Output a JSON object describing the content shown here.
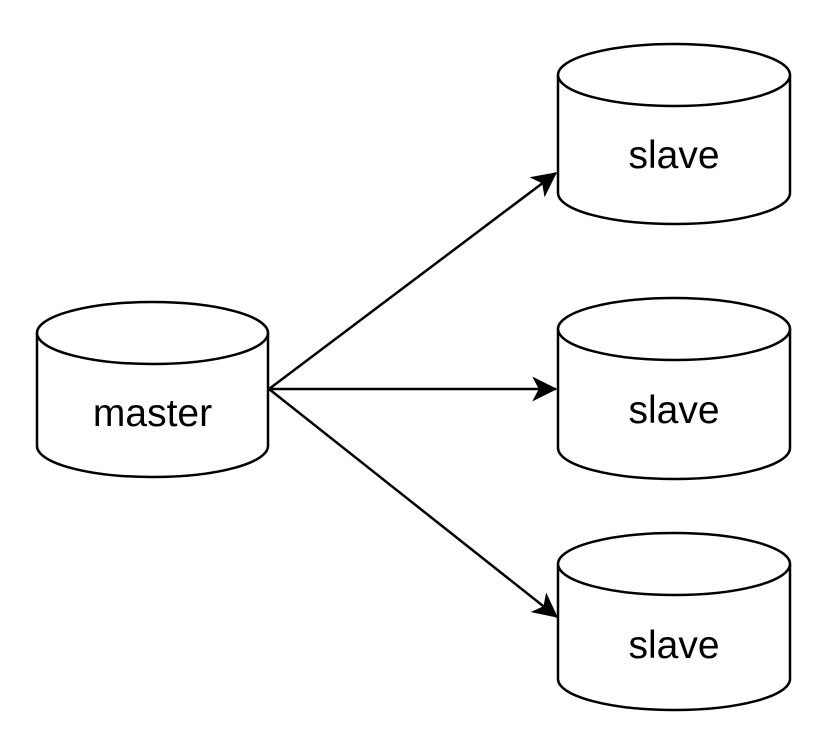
{
  "diagram": {
    "type": "database-replication-topology",
    "background_color": "#ffffff",
    "node_fill_color": "#ffffff",
    "node_stroke_color": "#000000",
    "edge_color": "#000000",
    "nodes": [
      {
        "id": "master",
        "label": "master",
        "shape": "database-cylinder",
        "role": "source"
      },
      {
        "id": "slave-1",
        "label": "slave",
        "shape": "database-cylinder",
        "role": "replica"
      },
      {
        "id": "slave-2",
        "label": "slave",
        "shape": "database-cylinder",
        "role": "replica"
      },
      {
        "id": "slave-3",
        "label": "slave",
        "shape": "database-cylinder",
        "role": "replica"
      }
    ],
    "edges": [
      {
        "from": "master",
        "to": "slave-1",
        "style": "solid-arrow"
      },
      {
        "from": "master",
        "to": "slave-2",
        "style": "solid-arrow"
      },
      {
        "from": "master",
        "to": "slave-3",
        "style": "solid-arrow"
      }
    ]
  }
}
